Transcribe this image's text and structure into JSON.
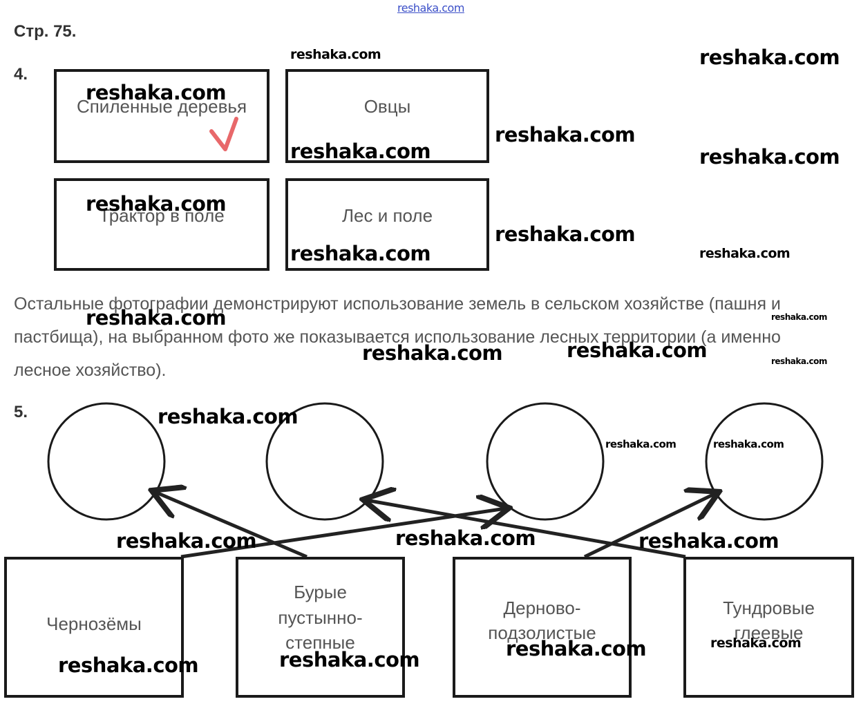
{
  "site_link": "reshaka.com",
  "page_title": "Стр. 75.",
  "task4": {
    "number": "4.",
    "cards": [
      {
        "label": "Спиленные деревья",
        "checked": true
      },
      {
        "label": "Овцы",
        "checked": false
      },
      {
        "label": "Трактор в поле",
        "checked": false
      },
      {
        "label": "Лес и поле",
        "checked": false
      }
    ],
    "checkmark_color": "#e8686a",
    "explanation": "Остальные фотографии демонстрируют использование земель в сельском хозяйстве (пашня и пастбища), на выбранном фото же показывается использование лесных территории (а именно лесное хозяйство)."
  },
  "task5": {
    "number": "5.",
    "soil_boxes": [
      {
        "label": "Чернозёмы"
      },
      {
        "label": "Бурые пустынно-степные"
      },
      {
        "label": "Дерново-подзолистые"
      },
      {
        "label": "Тундровые глеевые"
      }
    ],
    "circles": 4
  },
  "watermark": "reshaka.com"
}
